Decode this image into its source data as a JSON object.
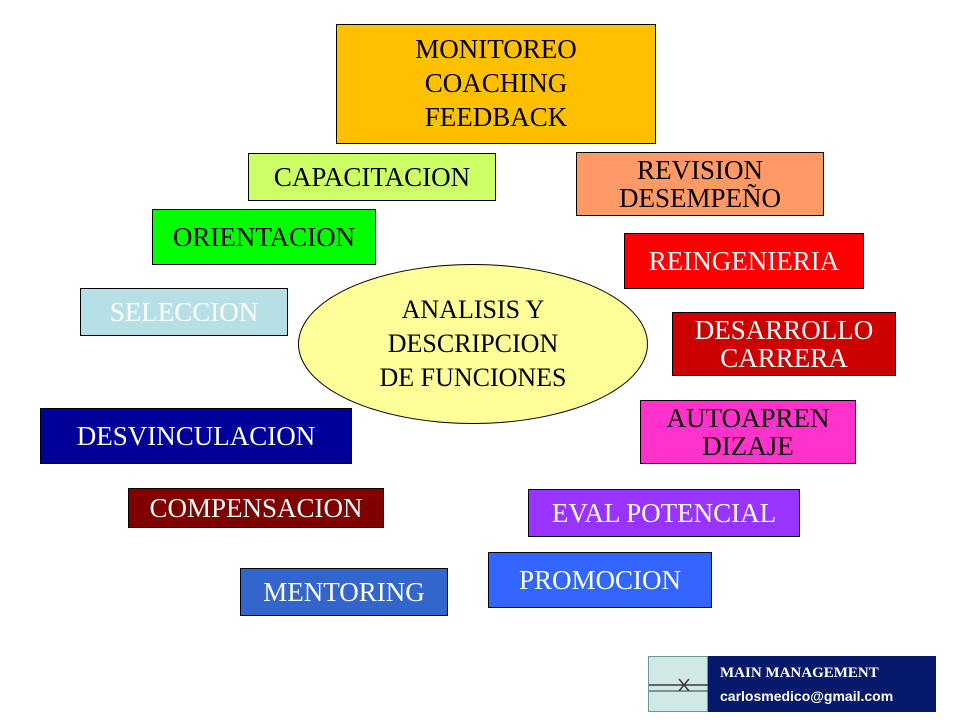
{
  "diagram": {
    "center": {
      "label": "ANALISIS Y\nDESCRIPCION\nDE FUNCIONES",
      "fill": "#ffff99"
    },
    "boxes": [
      {
        "id": "monitoreo",
        "label": "MONITOREO\nCOACHING\nFEEDBACK",
        "fill": "#ffc000",
        "text_color": "#000000"
      },
      {
        "id": "capacitacion",
        "label": "CAPACITACION",
        "fill": "#ccff66",
        "text_color": "#000000"
      },
      {
        "id": "revision",
        "label": "REVISION\nDESEMPEÑO",
        "fill": "#ff9966",
        "text_color": "#000000"
      },
      {
        "id": "orientacion",
        "label": "ORIENTACION",
        "fill": "#00ff00",
        "text_color": "#000000"
      },
      {
        "id": "reingenieria",
        "label": "REINGENIERIA",
        "fill": "#ff0000",
        "text_color": "#ffffff"
      },
      {
        "id": "seleccion",
        "label": "SELECCION",
        "fill": "#b7e0e6",
        "text_color": "#ffffff"
      },
      {
        "id": "desarrollo",
        "label": "DESARROLLO\nCARRERA",
        "fill": "#cc0000",
        "text_color": "#ffffff"
      },
      {
        "id": "desvinculacion",
        "label": "DESVINCULACION",
        "fill": "#000099",
        "text_color": "#ffffff"
      },
      {
        "id": "autoaprendizaje",
        "label": "AUTOAPREN\nDIZAJE",
        "fill": "#ff33cc",
        "text_color": "#000000"
      },
      {
        "id": "compensacion",
        "label": "COMPENSACION",
        "fill": "#800000",
        "text_color": "#ffffff"
      },
      {
        "id": "eval-potencial",
        "label": "EVAL POTENCIAL",
        "fill": "#9933ff",
        "text_color": "#ffffff"
      },
      {
        "id": "promocion",
        "label": "PROMOCION",
        "fill": "#3366ff",
        "text_color": "#ffffff"
      },
      {
        "id": "mentoring",
        "label": "MENTORING",
        "fill": "#3366cc",
        "text_color": "#ffffff"
      }
    ]
  },
  "footer": {
    "brand": "MAIN MANAGEMENT",
    "email": "carlosmedico@gmail.com",
    "icon": "logo-icon"
  }
}
